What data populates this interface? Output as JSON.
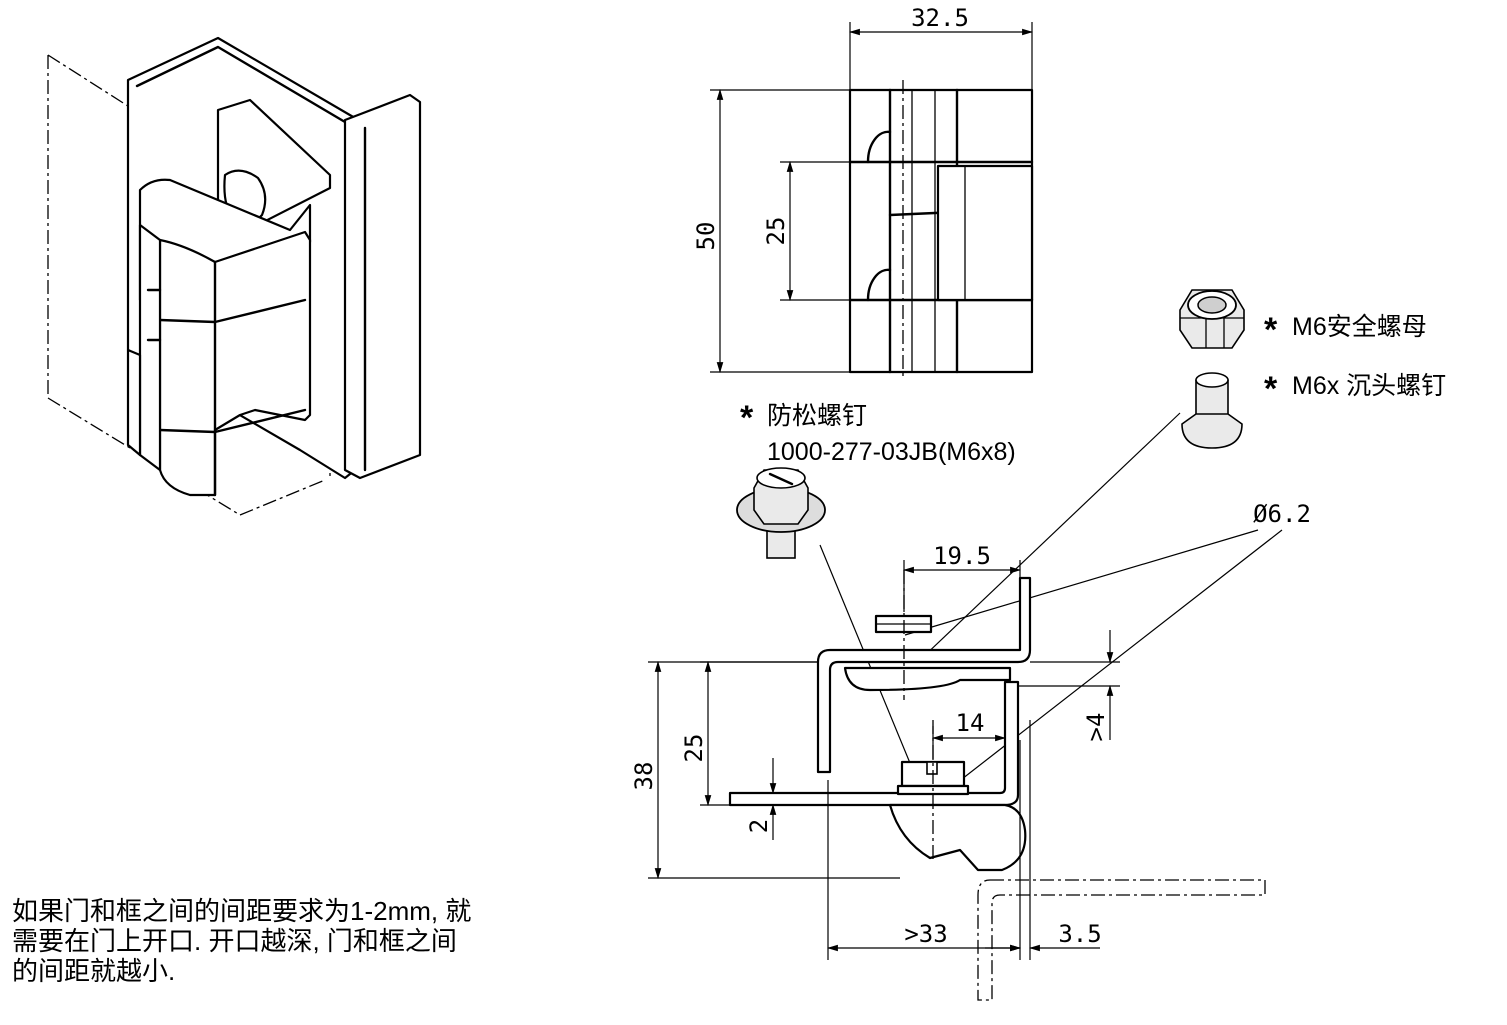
{
  "dimensions": {
    "top_width": "32.5",
    "top_height": "50",
    "top_pitch": "25",
    "bolt_offset": "19.5",
    "hole_diameter": "Ø6.2",
    "frame_depth": "38",
    "leaf_height": "25",
    "gap_height": ">4",
    "inner_width": "14",
    "plate_thickness": "2",
    "min_width": ">33",
    "offset": "3.5"
  },
  "parts": {
    "safety_nut": "M6安全螺母",
    "countersunk_screw": "M6x 沉头螺钉",
    "locking_screw_line1": "防松螺钉",
    "locking_screw_line2": "1000-277-03JB(M6x8)",
    "mark": "*"
  },
  "note_lines": [
    "如果门和框之间的间距要求为1-2mm, 就",
    "需要在门上开口. 开口越深, 门和框之间",
    "的间距就越小."
  ]
}
